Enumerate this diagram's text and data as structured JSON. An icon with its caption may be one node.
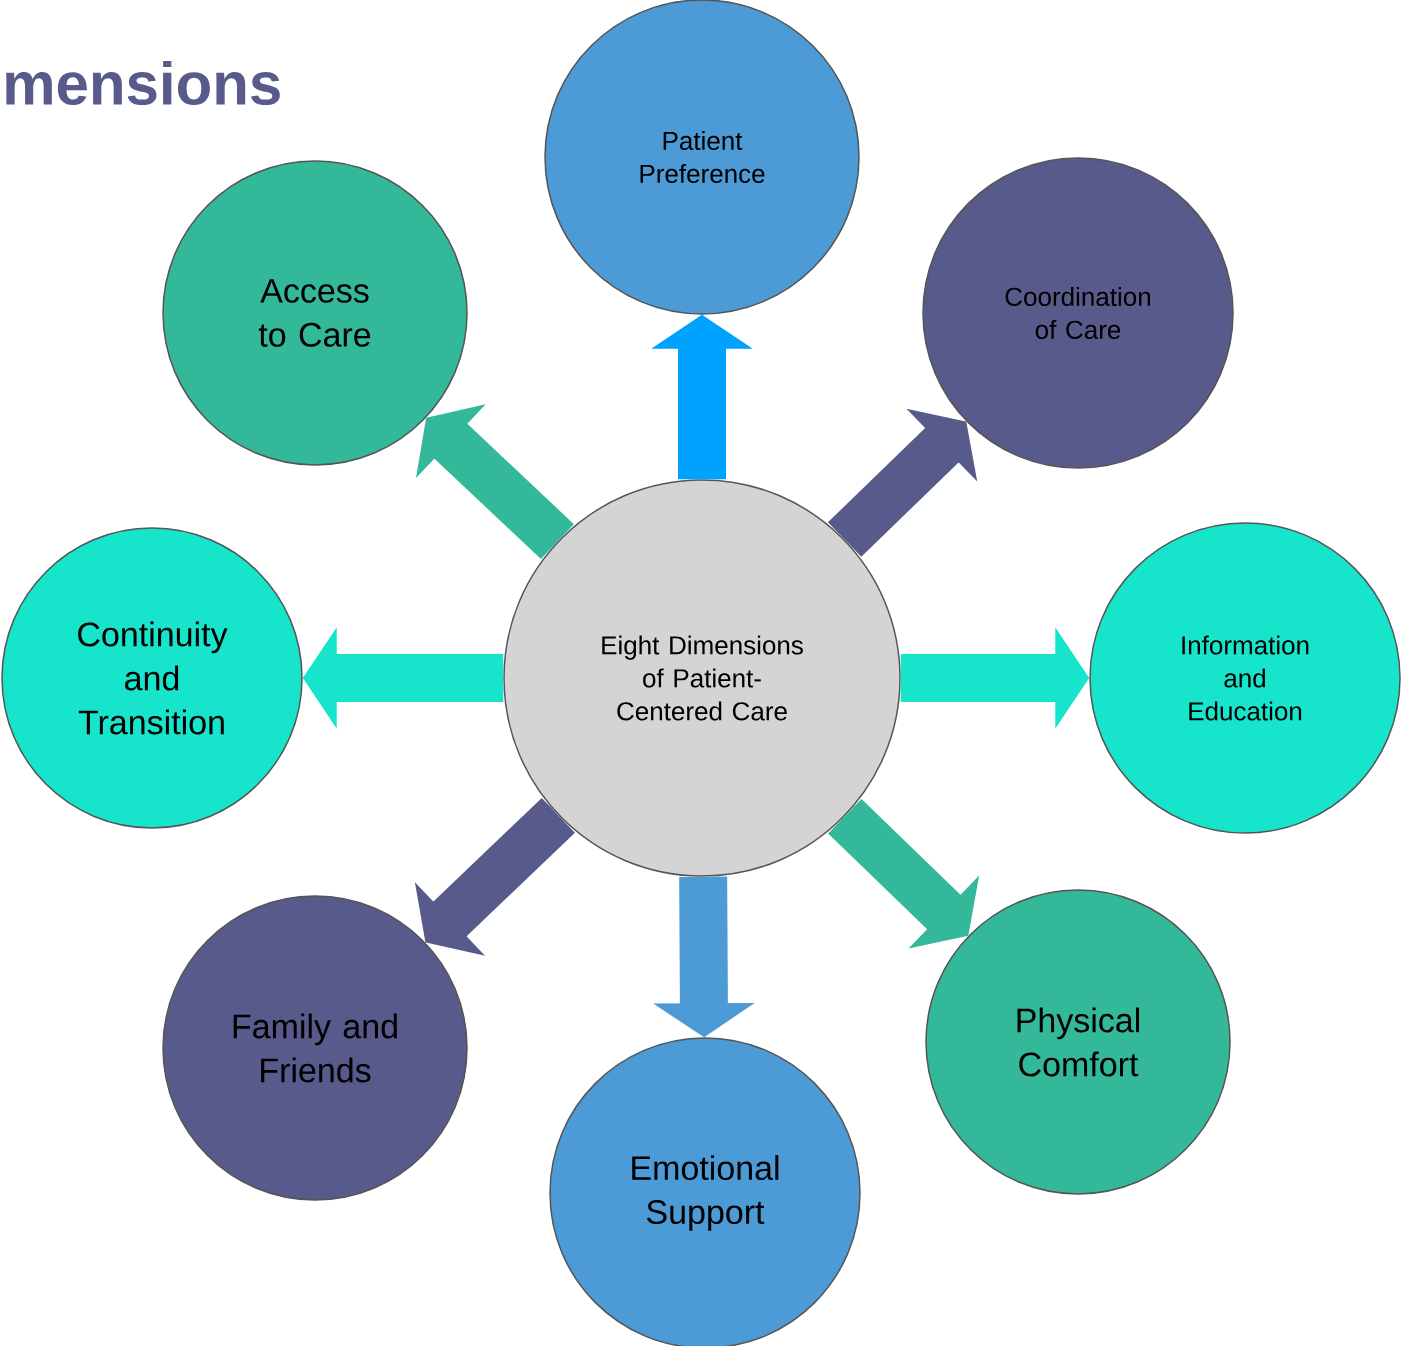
{
  "diagram": {
    "title": "mensions",
    "nodes": [
      {
        "text": [
          "Eight Dimensions of Patient-Centered Care"
        ]
      },
      {
        "text": [
          "Patient Preference"
        ]
      },
      {
        "text": [
          "Coordination of Care"
        ]
      },
      {
        "text": [
          "Information and Education"
        ]
      },
      {
        "text": [
          "Physical Comfort"
        ]
      },
      {
        "text": [
          "Emotional Support"
        ]
      },
      {
        "text": [
          "Family and Friends"
        ]
      },
      {
        "text": [
          "Continuity and Transition"
        ]
      },
      {
        "text": [
          "Access to Care"
        ]
      }
    ],
    "edges": [
      {
        "from": 0,
        "to": 1,
        "arrow": "to",
        "color": "#00a2ff"
      },
      {
        "from": 0,
        "to": 2,
        "arrow": "to",
        "color": "#575a8a"
      },
      {
        "from": 0,
        "to": 3,
        "arrow": "to",
        "color": "#16e5cc"
      },
      {
        "from": 0,
        "to": 4,
        "arrow": "to",
        "color": "#33b99a"
      },
      {
        "from": 0,
        "to": 5,
        "arrow": "to",
        "color": "#4d9bd6"
      },
      {
        "from": 0,
        "to": 6,
        "arrow": "to",
        "color": "#575a8a"
      },
      {
        "from": 0,
        "to": 7,
        "arrow": "to",
        "color": "#16e5cc"
      },
      {
        "from": 0,
        "to": 8,
        "arrow": "to",
        "color": "#33b99a"
      }
    ]
  }
}
